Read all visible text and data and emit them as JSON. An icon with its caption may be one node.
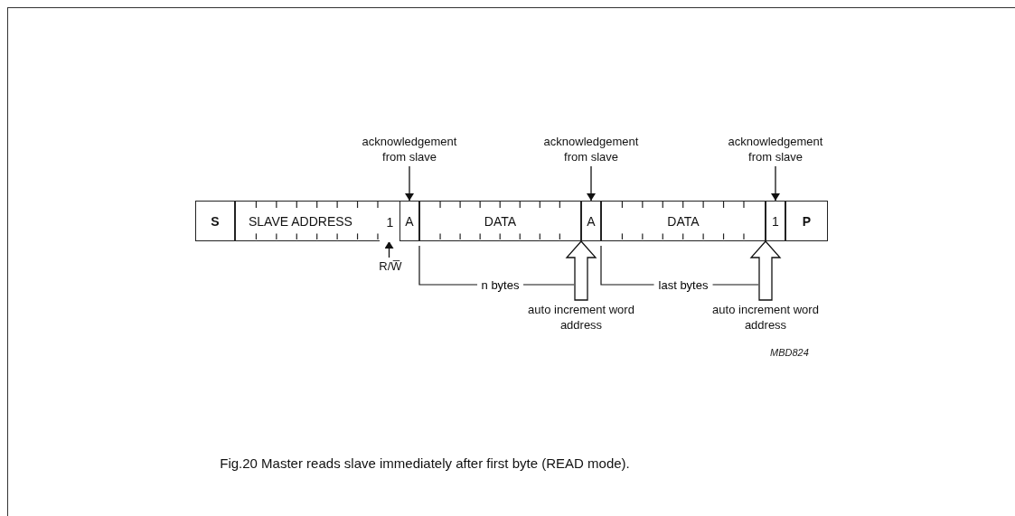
{
  "diagram": {
    "caption": "Fig.20  Master reads slave immediately after first byte (READ mode).",
    "nodes": [
      {
        "text": [
          "S"
        ]
      },
      {
        "text": [
          "SLAVE ADDRESS"
        ]
      },
      {
        "text": [
          "1"
        ],
        "in": 1
      },
      {
        "text": [
          "A"
        ]
      },
      {
        "text": [
          "DATA"
        ]
      },
      {
        "text": [
          "A"
        ]
      },
      {
        "text": [
          "DATA"
        ]
      },
      {
        "text": [
          "1"
        ]
      },
      {
        "text": [
          "P"
        ]
      },
      {
        "text": [
          "acknowledgement from slave"
        ]
      },
      {
        "text": [
          "acknowledgement from slave"
        ]
      },
      {
        "text": [
          "acknowledgement from slave"
        ]
      },
      {
        "text": [
          "R/W̅"
        ]
      },
      {
        "text": [
          "auto increment word address"
        ]
      },
      {
        "text": [
          "auto increment word address"
        ]
      }
    ],
    "edges": [
      {
        "from": 9,
        "to": 3,
        "arrow": "to"
      },
      {
        "from": 10,
        "to": 5,
        "arrow": "to"
      },
      {
        "from": 11,
        "to": 7,
        "arrow": "to"
      },
      {
        "from": 12,
        "to": 2,
        "arrow": "to"
      },
      {
        "from": 13,
        "to": 5,
        "arrow": "to",
        "style": "thick"
      },
      {
        "from": 14,
        "to": 7,
        "arrow": "to",
        "style": "thick"
      }
    ],
    "labels": [
      "n bytes",
      "last bytes",
      "MBD824"
    ]
  }
}
